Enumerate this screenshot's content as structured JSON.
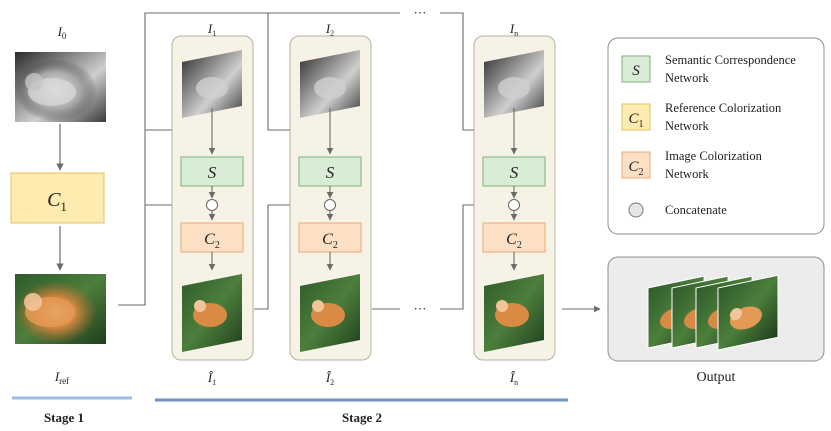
{
  "inputs": {
    "i0": "I",
    "i0_sub": "0",
    "ref": "I",
    "ref_sub": "ref"
  },
  "modules": {
    "c1": "C",
    "c1_sub": "1",
    "s": "S",
    "c2": "C",
    "c2_sub": "2"
  },
  "columns": [
    {
      "in": "I",
      "in_sub": "1",
      "out": "Î",
      "out_sub": "1"
    },
    {
      "in": "I",
      "in_sub": "2",
      "out": "Î",
      "out_sub": "2"
    },
    {
      "in": "I",
      "in_sub": "n",
      "out": "Î",
      "out_sub": "n"
    }
  ],
  "ellipsis": "···",
  "legend": [
    {
      "symbol": "S",
      "sub": "",
      "line1": "Semantic Correspondence",
      "line2": "Network",
      "color": "#d9ecd5",
      "stroke": "#7fb07a"
    },
    {
      "symbol": "C",
      "sub": "1",
      "line1": "Reference Colorization",
      "line2": "Network",
      "color": "#fdebb0",
      "stroke": "#e4c25e"
    },
    {
      "symbol": "C",
      "sub": "2",
      "line1": "Image Colorization",
      "line2": "Network",
      "color": "#fde0c4",
      "stroke": "#e8a978"
    },
    {
      "symbol": "",
      "sub": "",
      "line1": "Concatenate",
      "line2": "",
      "color": "#e6e6e6",
      "stroke": "#777777"
    }
  ],
  "output_label": "Output",
  "stage1_label": "Stage 1",
  "stage2_label": "Stage 2",
  "colors": {
    "panel": "#f6f3e6",
    "panel_stroke": "#b5b0a0",
    "s_fill": "#d9ecd5",
    "c1_fill": "#fdebb0",
    "c2_fill": "#fde0c4",
    "stage1_bar": "#9dbde0",
    "stage2_bar": "#6e93be",
    "arrow": "#777777"
  },
  "icons": [
    "grayscale-cat-image",
    "color-cat-image"
  ]
}
